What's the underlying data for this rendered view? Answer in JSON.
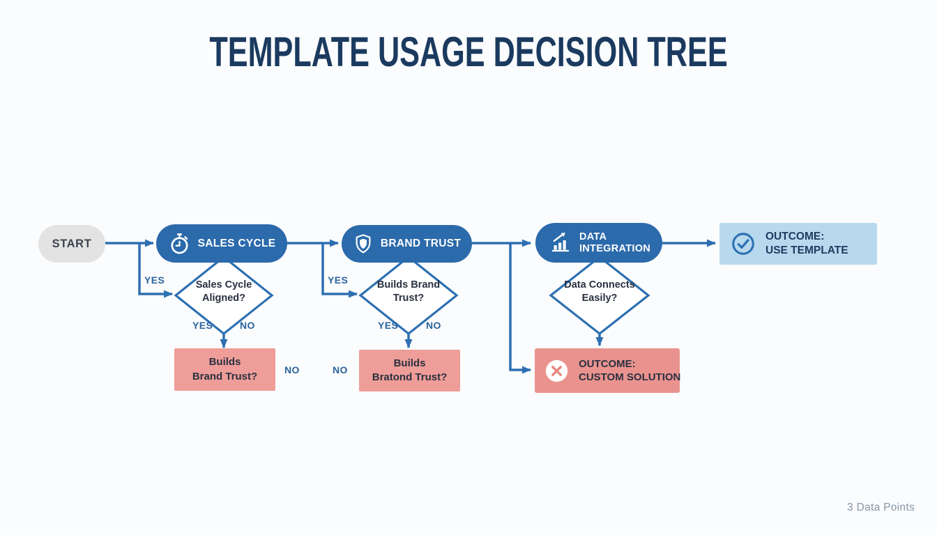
{
  "title": "TEMPLATE USAGE DECISION TREE",
  "footer": {
    "note": "3 Data Points"
  },
  "colors": {
    "node_blue": "#2b6aab",
    "connector_blue": "#2d70b2",
    "result_pink": "#ee9d98",
    "outcome_pink": "#ea938e",
    "outcome_light_blue": "#b8d8ee",
    "title_navy": "#1b3a5f",
    "branch_label_blue": "#2b649f",
    "start_gray": "#e3e3e4"
  },
  "nodes": {
    "start": {
      "label": "START"
    },
    "sales_cycle": {
      "label": "SALES CYCLE",
      "icon": "stopwatch-icon"
    },
    "brand_trust": {
      "label": "BRAND TRUST",
      "icon": "shield-icon"
    },
    "data_integration": {
      "line1": "DATA",
      "line2": "INTEGRATION",
      "icon": "bar-chart-icon"
    },
    "outcome_use_template": {
      "line1": "OUTCOME:",
      "line2": "USE TEMPLATE",
      "icon": "check-circle-icon"
    },
    "outcome_custom_solution": {
      "line1": "OUTCOME:",
      "line2": "CUSTOM SOLUTION",
      "icon": "x-circle-icon"
    }
  },
  "decisions": {
    "sales_cycle_aligned": {
      "line1": "Sales Cycle",
      "line2": "Aligned?",
      "branch_yes": "YES",
      "bottom_yes": "YES",
      "bottom_no": "NO"
    },
    "builds_brand_trust": {
      "line1": "Builds Brand",
      "line2": "Trust?",
      "branch_yes": "YES",
      "bottom_yes": "YES",
      "bottom_no": "NO"
    },
    "data_connects_easily": {
      "line1": "Data Connects",
      "line2": "Easily?"
    }
  },
  "results": {
    "builds_brand_trust": {
      "line1": "Builds",
      "line2": "Brand Trust?"
    },
    "builds_bratond_trust": {
      "line1": "Builds",
      "line2": "Bratond Trust?"
    }
  },
  "labels": {
    "no_between_left": "NO",
    "no_between_right": "NO"
  }
}
